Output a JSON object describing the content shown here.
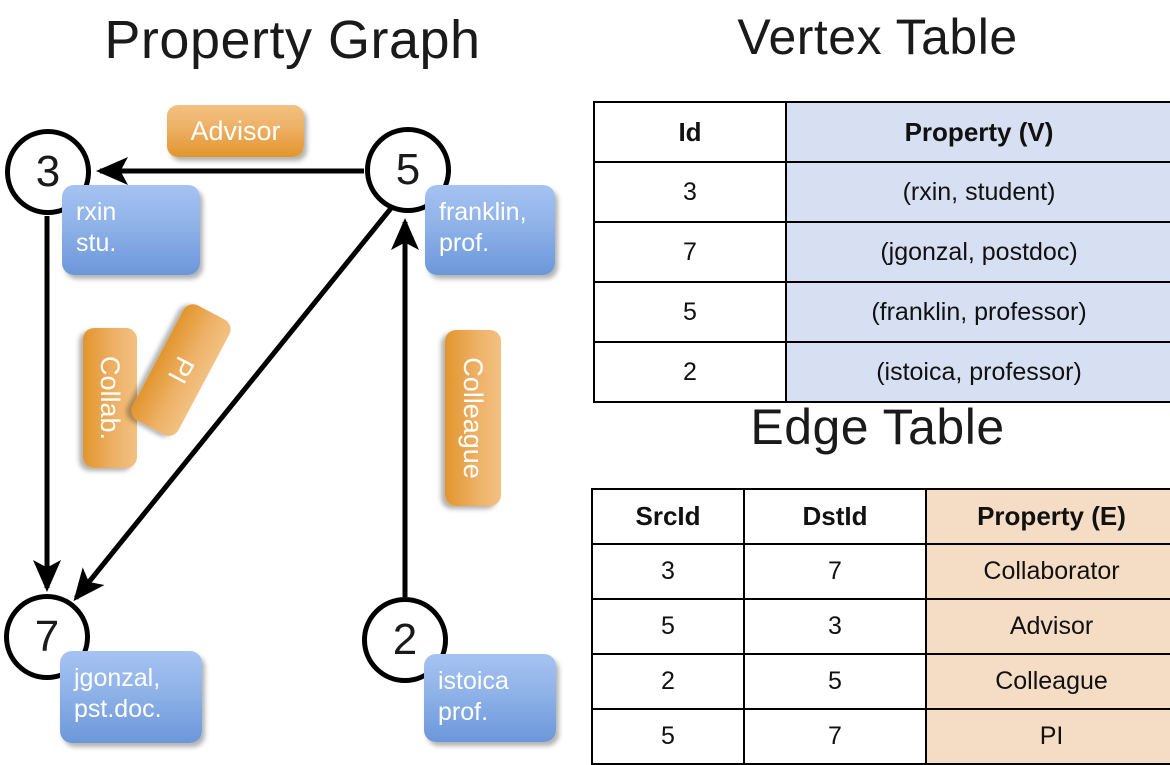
{
  "titles": {
    "property_graph": "Property Graph",
    "vertex_table": "Vertex Table",
    "edge_table": "Edge Table"
  },
  "graph": {
    "vertices": [
      {
        "id": "3",
        "name": "rxin",
        "role": "stu.",
        "label_line1": "rxin",
        "label_line2": "stu."
      },
      {
        "id": "5",
        "name": "franklin",
        "role": "prof.",
        "label_line1": "franklin,",
        "label_line2": "prof."
      },
      {
        "id": "7",
        "name": "jgonzal",
        "role": "pst.doc.",
        "label_line1": "jgonzal,",
        "label_line2": "pst.doc."
      },
      {
        "id": "2",
        "name": "istoica",
        "role": "prof.",
        "label_line1": "istoica",
        "label_line2": "prof."
      }
    ],
    "edge_labels": [
      {
        "key": "advisor",
        "text": "Advisor"
      },
      {
        "key": "collab",
        "text": "Collab."
      },
      {
        "key": "pi",
        "text": "PI"
      },
      {
        "key": "colleague",
        "text": "Colleague"
      }
    ]
  },
  "vertex_table": {
    "headers": [
      "Id",
      "Property (V)"
    ],
    "rows": [
      {
        "id": "3",
        "property": "(rxin, student)"
      },
      {
        "id": "7",
        "property": "(jgonzal, postdoc)"
      },
      {
        "id": "5",
        "property": "(franklin, professor)"
      },
      {
        "id": "2",
        "property": "(istoica, professor)"
      }
    ]
  },
  "edge_table": {
    "headers": [
      "SrcId",
      "DstId",
      "Property (E)"
    ],
    "rows": [
      {
        "src": "3",
        "dst": "7",
        "property": "Collaborator"
      },
      {
        "src": "5",
        "dst": "3",
        "property": "Advisor"
      },
      {
        "src": "2",
        "dst": "5",
        "property": "Colleague"
      },
      {
        "src": "5",
        "dst": "7",
        "property": "PI"
      }
    ]
  },
  "colors": {
    "vertex_cell_blue": "#d6e0f2",
    "edge_cell_orange": "#f4ddc4",
    "node_box_blue": "#8fb2e8",
    "edge_label_orange": "#eeb269",
    "stroke_black": "#000000"
  }
}
